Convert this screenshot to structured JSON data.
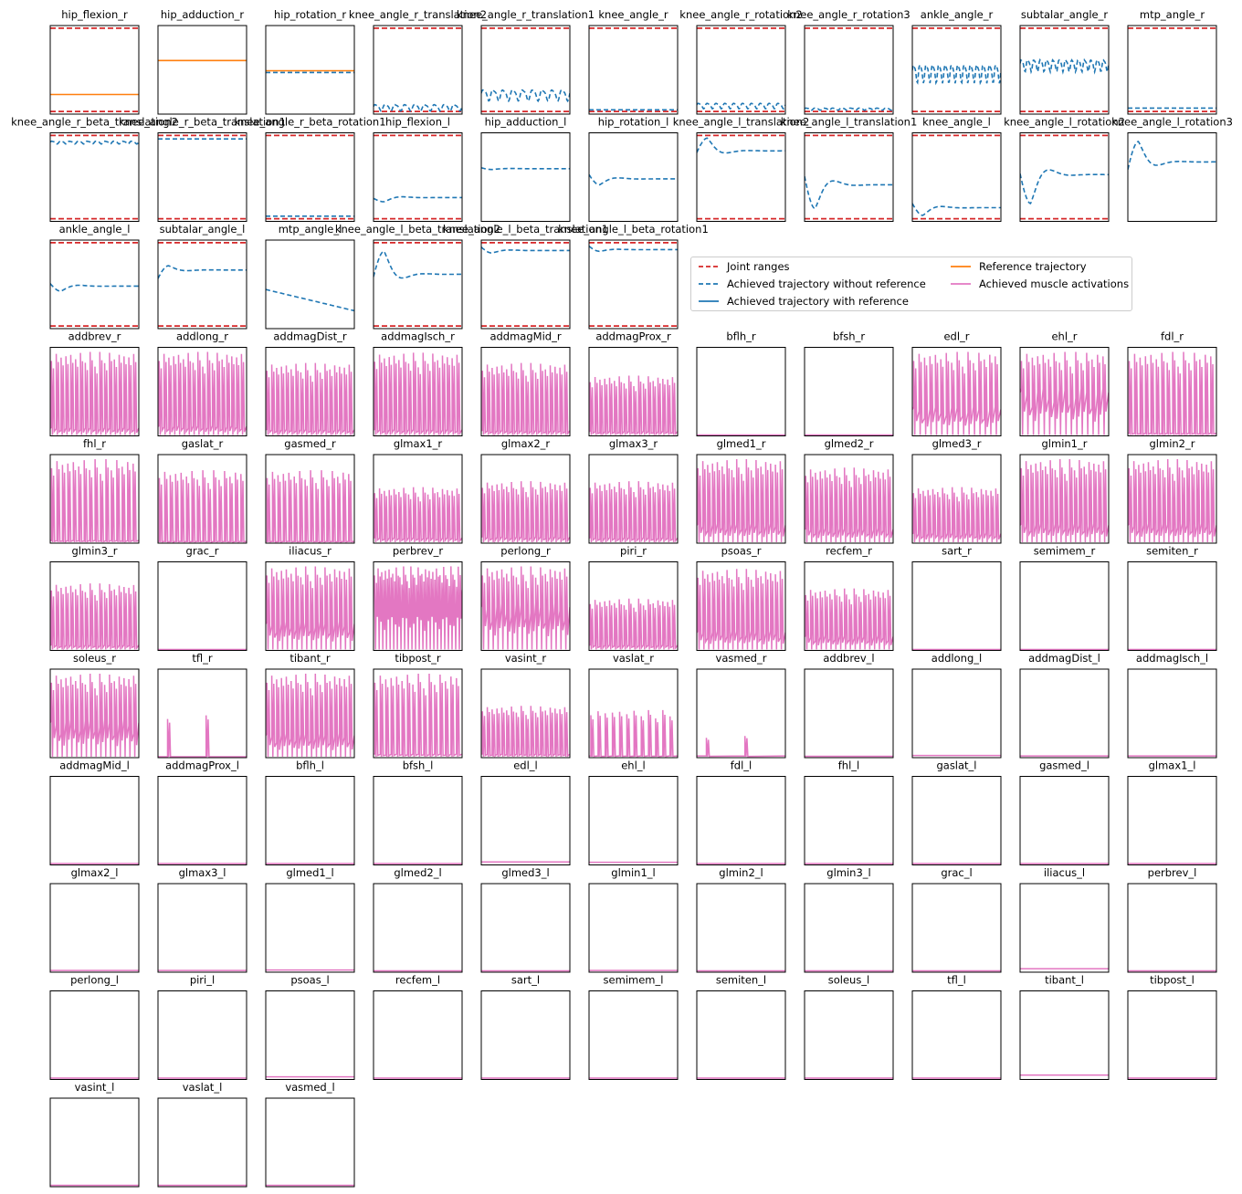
{
  "chart_data": {
    "type": "line",
    "legend": {
      "placement": "right of row 3 panels",
      "entries": [
        {
          "key": "joint_ranges",
          "label": "Joint ranges",
          "color": "#d62728",
          "style": "dashed"
        },
        {
          "key": "without_ref",
          "label": "Achieved trajectory without reference",
          "color": "#1f77b4",
          "style": "dashed"
        },
        {
          "key": "with_ref",
          "label": "Achieved trajectory with reference",
          "color": "#1f77b4",
          "style": "solid"
        },
        {
          "key": "reference",
          "label": "Reference trajectory",
          "color": "#ff7f0e",
          "style": "solid"
        },
        {
          "key": "activations",
          "label": "Achieved muscle activations",
          "color": "#e377c2",
          "style": "solid"
        }
      ]
    },
    "joint_panels": [
      {
        "title": "hip_flexion_r",
        "ranges": true,
        "traces": [
          {
            "style": "reference",
            "pattern": "flat",
            "level": 0.22
          }
        ]
      },
      {
        "title": "hip_adduction_r",
        "ranges": false,
        "traces": [
          {
            "style": "reference",
            "pattern": "flat",
            "level": 0.62
          }
        ]
      },
      {
        "title": "hip_rotation_r",
        "ranges": false,
        "traces": [
          {
            "style": "without_ref",
            "pattern": "flat",
            "level": 0.48
          },
          {
            "style": "reference",
            "pattern": "flat",
            "level": 0.5
          }
        ]
      },
      {
        "title": "knee_angle_r_translation2",
        "ranges": true,
        "traces": [
          {
            "style": "without_ref",
            "pattern": "osc",
            "level": 0.07,
            "amp": 0.035,
            "freq": 9
          }
        ]
      },
      {
        "title": "knee_angle_r_translation1",
        "ranges": true,
        "traces": [
          {
            "style": "without_ref",
            "pattern": "osc",
            "level": 0.22,
            "amp": 0.06,
            "freq": 9
          }
        ]
      },
      {
        "title": "knee_angle_r",
        "ranges": true,
        "traces": [
          {
            "style": "without_ref",
            "pattern": "flat",
            "level": 0.04
          }
        ]
      },
      {
        "title": "knee_angle_r_rotation2",
        "ranges": true,
        "traces": [
          {
            "style": "without_ref",
            "pattern": "osc",
            "level": 0.09,
            "amp": 0.03,
            "freq": 10
          }
        ]
      },
      {
        "title": "knee_angle_r_rotation3",
        "ranges": true,
        "traces": [
          {
            "style": "without_ref",
            "pattern": "osc",
            "level": 0.05,
            "amp": 0.012,
            "freq": 10
          }
        ]
      },
      {
        "title": "ankle_angle_r",
        "ranges": true,
        "traces": [
          {
            "style": "without_ref",
            "pattern": "osc",
            "level": 0.48,
            "amp": 0.1,
            "freq": 14
          }
        ]
      },
      {
        "title": "subtalar_angle_r",
        "ranges": true,
        "traces": [
          {
            "style": "without_ref",
            "pattern": "osc",
            "level": 0.57,
            "amp": 0.065,
            "freq": 14
          }
        ]
      },
      {
        "title": "mtp_angle_r",
        "ranges": true,
        "traces": [
          {
            "style": "without_ref",
            "pattern": "flat",
            "level": 0.06
          }
        ]
      },
      {
        "title": "knee_angle_r_beta_translation2",
        "ranges": true,
        "traces": [
          {
            "style": "without_ref",
            "pattern": "osc",
            "level": 0.92,
            "amp": 0.015,
            "freq": 10
          }
        ]
      },
      {
        "title": "knee_angle_r_beta_translation1",
        "ranges": true,
        "traces": [
          {
            "style": "without_ref",
            "pattern": "flat",
            "level": 0.96
          }
        ]
      },
      {
        "title": "knee_angle_r_beta_rotation1",
        "ranges": true,
        "traces": [
          {
            "style": "without_ref",
            "pattern": "flat",
            "level": 0.05
          }
        ]
      },
      {
        "title": "hip_flexion_l",
        "ranges": true,
        "traces": [
          {
            "style": "without_ref",
            "pattern": "settle",
            "start": 0.26,
            "peak": 0.22,
            "end": 0.27
          }
        ]
      },
      {
        "title": "hip_adduction_l",
        "ranges": false,
        "traces": [
          {
            "style": "without_ref",
            "pattern": "settle",
            "start": 0.62,
            "peak": 0.6,
            "end": 0.61
          }
        ]
      },
      {
        "title": "hip_rotation_l",
        "ranges": false,
        "traces": [
          {
            "style": "without_ref",
            "pattern": "settle",
            "start": 0.54,
            "peak": 0.42,
            "end": 0.49
          }
        ]
      },
      {
        "title": "knee_angle_l_translation2",
        "ranges": true,
        "traces": [
          {
            "style": "without_ref",
            "pattern": "settle",
            "start": 0.8,
            "peak": 0.97,
            "end": 0.82
          }
        ]
      },
      {
        "title": "knee_angle_l_translation1",
        "ranges": true,
        "traces": [
          {
            "style": "without_ref",
            "pattern": "settle",
            "start": 0.52,
            "peak": 0.14,
            "end": 0.42
          }
        ]
      },
      {
        "title": "knee_angle_l",
        "ranges": true,
        "traces": [
          {
            "style": "without_ref",
            "pattern": "settle",
            "start": 0.2,
            "peak": 0.06,
            "end": 0.15
          }
        ]
      },
      {
        "title": "knee_angle_l_rotation2",
        "ranges": true,
        "traces": [
          {
            "style": "without_ref",
            "pattern": "settle",
            "start": 0.55,
            "peak": 0.2,
            "end": 0.54
          }
        ]
      },
      {
        "title": "knee_angle_l_rotation3",
        "ranges": false,
        "traces": [
          {
            "style": "without_ref",
            "pattern": "settle",
            "start": 0.6,
            "peak": 0.93,
            "end": 0.69
          }
        ]
      },
      {
        "title": "ankle_angle_l",
        "ranges": true,
        "traces": [
          {
            "style": "without_ref",
            "pattern": "settle",
            "start": 0.52,
            "peak": 0.43,
            "end": 0.49
          }
        ]
      },
      {
        "title": "subtalar_angle_l",
        "ranges": true,
        "traces": [
          {
            "style": "without_ref",
            "pattern": "settle",
            "start": 0.58,
            "peak": 0.73,
            "end": 0.68
          }
        ]
      },
      {
        "title": "mtp_angle_l",
        "ranges": false,
        "traces": [
          {
            "style": "without_ref",
            "pattern": "linear",
            "start": 0.45,
            "end": 0.2
          }
        ]
      },
      {
        "title": "knee_angle_l_beta_translation2",
        "ranges": true,
        "traces": [
          {
            "style": "without_ref",
            "pattern": "settle",
            "start": 0.6,
            "peak": 0.9,
            "end": 0.63
          }
        ]
      },
      {
        "title": "knee_angle_l_beta_translation1",
        "ranges": true,
        "traces": [
          {
            "style": "without_ref",
            "pattern": "settle",
            "start": 0.95,
            "peak": 0.88,
            "end": 0.91
          }
        ]
      },
      {
        "title": "knee_angle_l_beta_rotation1",
        "ranges": true,
        "traces": [
          {
            "style": "without_ref",
            "pattern": "settle",
            "start": 0.96,
            "peak": 0.9,
            "end": 0.92
          }
        ]
      }
    ],
    "muscle_panels": [
      {
        "title": "addbrev_r",
        "level": 0.98,
        "spikes": 18,
        "base": 0.08
      },
      {
        "title": "addlong_r",
        "level": 0.98,
        "spikes": 18,
        "base": 0.1
      },
      {
        "title": "addmagDist_r",
        "level": 0.85,
        "spikes": 18,
        "base": 0.06
      },
      {
        "title": "addmagIsch_r",
        "level": 0.97,
        "spikes": 18,
        "base": 0.06
      },
      {
        "title": "addmagMid_r",
        "level": 0.85,
        "spikes": 18,
        "base": 0.05
      },
      {
        "title": "addmagProx_r",
        "level": 0.7,
        "spikes": 18,
        "base": 0.04
      },
      {
        "title": "bflh_r",
        "level": 0.0,
        "spikes": 0,
        "base": 0
      },
      {
        "title": "bfsh_r",
        "level": 0.0,
        "spikes": 0,
        "base": 0
      },
      {
        "title": "edl_r",
        "level": 0.98,
        "spikes": 16,
        "base": 0.3
      },
      {
        "title": "ehl_r",
        "level": 0.98,
        "spikes": 16,
        "base": 0.5
      },
      {
        "title": "fdl_r",
        "level": 0.98,
        "spikes": 16,
        "base": 0.02
      },
      {
        "title": "fhl_r",
        "level": 0.98,
        "spikes": 16,
        "base": 0.02
      },
      {
        "title": "gaslat_r",
        "level": 0.85,
        "spikes": 16,
        "base": 0.01
      },
      {
        "title": "gasmed_r",
        "level": 0.85,
        "spikes": 16,
        "base": 0.01
      },
      {
        "title": "glmax1_r",
        "level": 0.65,
        "spikes": 18,
        "base": 0.05
      },
      {
        "title": "glmax2_r",
        "level": 0.72,
        "spikes": 18,
        "base": 0.06
      },
      {
        "title": "glmax3_r",
        "level": 0.72,
        "spikes": 18,
        "base": 0.05
      },
      {
        "title": "glmed1_r",
        "level": 0.98,
        "spikes": 18,
        "base": 0.2
      },
      {
        "title": "glmed2_r",
        "level": 0.88,
        "spikes": 18,
        "base": 0.15
      },
      {
        "title": "glmed3_r",
        "level": 0.65,
        "spikes": 18,
        "base": 0.1
      },
      {
        "title": "glmin1_r",
        "level": 0.98,
        "spikes": 18,
        "base": 0.2
      },
      {
        "title": "glmin2_r",
        "level": 0.98,
        "spikes": 18,
        "base": 0.2
      },
      {
        "title": "glmin3_r",
        "level": 0.78,
        "spikes": 18,
        "base": 0.05
      },
      {
        "title": "grac_r",
        "level": 0.0,
        "spikes": 0,
        "base": 0
      },
      {
        "title": "iliacus_r",
        "level": 0.98,
        "spikes": 18,
        "base": 0.3
      },
      {
        "title": "perbrev_r",
        "level": 0.98,
        "spikes": 24,
        "base": 0.7
      },
      {
        "title": "perlong_r",
        "level": 0.98,
        "spikes": 18,
        "base": 0.5
      },
      {
        "title": "piri_r",
        "level": 0.6,
        "spikes": 18,
        "base": 0.05
      },
      {
        "title": "psoas_r",
        "level": 0.95,
        "spikes": 18,
        "base": 0.2
      },
      {
        "title": "recfem_r",
        "level": 0.72,
        "spikes": 18,
        "base": 0.15
      },
      {
        "title": "sart_r",
        "level": 0.0,
        "spikes": 0,
        "base": 0
      },
      {
        "title": "semimem_r",
        "level": 0.0,
        "spikes": 0,
        "base": 0
      },
      {
        "title": "semiten_r",
        "level": 0.0,
        "spikes": 0,
        "base": 0
      },
      {
        "title": "soleus_r",
        "level": 0.98,
        "spikes": 18,
        "base": 0.4
      },
      {
        "title": "tfl_r",
        "level": 0.5,
        "spikes": 2,
        "base": 0
      },
      {
        "title": "tibant_r",
        "level": 0.98,
        "spikes": 18,
        "base": 0.25
      },
      {
        "title": "tibpost_r",
        "level": 0.98,
        "spikes": 16,
        "base": 0.03
      },
      {
        "title": "vasint_r",
        "level": 0.6,
        "spikes": 18,
        "base": 0.03
      },
      {
        "title": "vaslat_r",
        "level": 0.55,
        "spikes": 12,
        "base": 0.01
      },
      {
        "title": "vasmed_r",
        "level": 0.25,
        "spikes": 2,
        "base": 0.01
      },
      {
        "title": "addbrev_l",
        "level": 0.0,
        "spikes": 0,
        "base": 0.005
      },
      {
        "title": "addlong_l",
        "level": 0.0,
        "spikes": 0,
        "base": 0.015
      },
      {
        "title": "addmagDist_l",
        "level": 0.0,
        "spikes": 0,
        "base": 0.01
      },
      {
        "title": "addmagIsch_l",
        "level": 0.0,
        "spikes": 0,
        "base": 0.01
      },
      {
        "title": "addmagMid_l",
        "level": 0.0,
        "spikes": 0,
        "base": 0.005
      },
      {
        "title": "addmagProx_l",
        "level": 0.0,
        "spikes": 0,
        "base": 0.005
      },
      {
        "title": "bflh_l",
        "level": 0.0,
        "spikes": 0,
        "base": 0.005
      },
      {
        "title": "bfsh_l",
        "level": 0.0,
        "spikes": 0,
        "base": 0.005
      },
      {
        "title": "edl_l",
        "level": 0.0,
        "spikes": 0,
        "base": 0.025
      },
      {
        "title": "ehl_l",
        "level": 0.0,
        "spikes": 0,
        "base": 0.02
      },
      {
        "title": "fdl_l",
        "level": 0.0,
        "spikes": 0,
        "base": 0.005
      },
      {
        "title": "fhl_l",
        "level": 0.0,
        "spikes": 0,
        "base": 0.005
      },
      {
        "title": "gaslat_l",
        "level": 0.0,
        "spikes": 0,
        "base": 0.005
      },
      {
        "title": "gasmed_l",
        "level": 0.0,
        "spikes": 0,
        "base": 0.005
      },
      {
        "title": "glmax1_l",
        "level": 0.0,
        "spikes": 0,
        "base": 0.005
      },
      {
        "title": "glmax2_l",
        "level": 0.0,
        "spikes": 0,
        "base": 0.01
      },
      {
        "title": "glmax3_l",
        "level": 0.0,
        "spikes": 0,
        "base": 0.01
      },
      {
        "title": "glmed1_l",
        "level": 0.0,
        "spikes": 0,
        "base": 0.015
      },
      {
        "title": "glmed2_l",
        "level": 0.0,
        "spikes": 0,
        "base": 0.005
      },
      {
        "title": "glmed3_l",
        "level": 0.0,
        "spikes": 0,
        "base": 0.005
      },
      {
        "title": "glmin1_l",
        "level": 0.0,
        "spikes": 0,
        "base": 0.01
      },
      {
        "title": "glmin2_l",
        "level": 0.0,
        "spikes": 0,
        "base": 0.005
      },
      {
        "title": "glmin3_l",
        "level": 0.0,
        "spikes": 0,
        "base": 0.005
      },
      {
        "title": "grac_l",
        "level": 0.0,
        "spikes": 0,
        "base": 0.005
      },
      {
        "title": "iliacus_l",
        "level": 0.0,
        "spikes": 0,
        "base": 0.03
      },
      {
        "title": "perbrev_l",
        "level": 0.0,
        "spikes": 0,
        "base": 0.005
      },
      {
        "title": "perlong_l",
        "level": 0.0,
        "spikes": 0,
        "base": 0.005
      },
      {
        "title": "piri_l",
        "level": 0.0,
        "spikes": 0,
        "base": 0.005
      },
      {
        "title": "psoas_l",
        "level": 0.0,
        "spikes": 0,
        "base": 0.02
      },
      {
        "title": "recfem_l",
        "level": 0.0,
        "spikes": 0,
        "base": 0.005
      },
      {
        "title": "sart_l",
        "level": 0.0,
        "spikes": 0,
        "base": 0.005
      },
      {
        "title": "semimem_l",
        "level": 0.0,
        "spikes": 0,
        "base": 0.005
      },
      {
        "title": "semiten_l",
        "level": 0.0,
        "spikes": 0,
        "base": 0.005
      },
      {
        "title": "soleus_l",
        "level": 0.0,
        "spikes": 0,
        "base": 0.005
      },
      {
        "title": "tfl_l",
        "level": 0.0,
        "spikes": 0,
        "base": 0.005
      },
      {
        "title": "tibant_l",
        "level": 0.0,
        "spikes": 0,
        "base": 0.04
      },
      {
        "title": "tibpost_l",
        "level": 0.0,
        "spikes": 0,
        "base": 0.005
      },
      {
        "title": "vasint_l",
        "level": 0.0,
        "spikes": 0,
        "base": 0.005
      },
      {
        "title": "vaslat_l",
        "level": 0.0,
        "spikes": 0,
        "base": 0.005
      },
      {
        "title": "vasmed_l",
        "level": 0.0,
        "spikes": 0,
        "base": 0.005
      }
    ]
  }
}
